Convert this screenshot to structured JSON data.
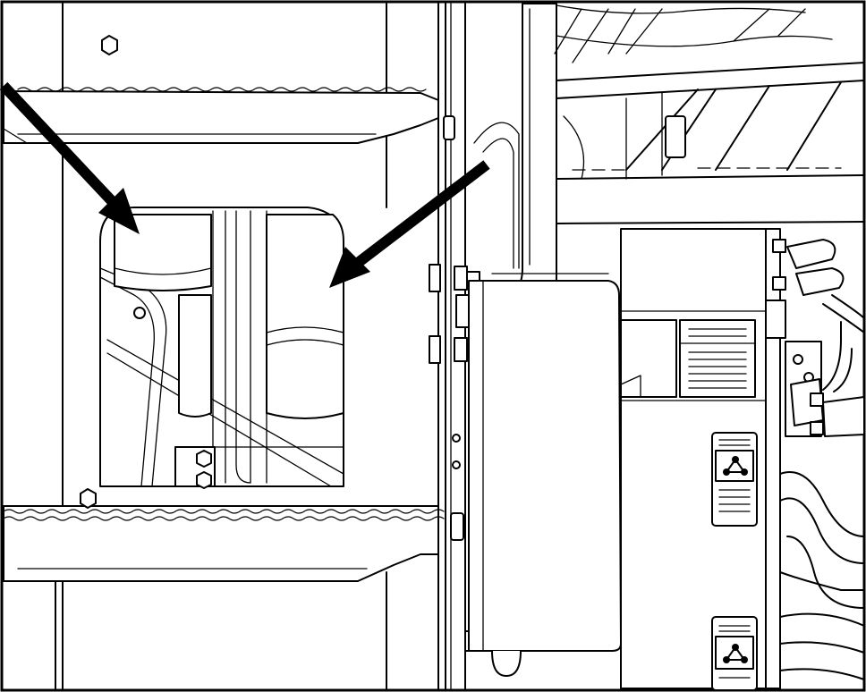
{
  "figure": {
    "type": "technical-line-illustration",
    "callouts": [
      {
        "icon": "arrow-icon",
        "points_to": "left-cylinder-component"
      },
      {
        "icon": "arrow-icon",
        "points_to": "right-cylinder-component"
      }
    ],
    "colors": {
      "line": "#000000",
      "background": "#ffffff"
    }
  }
}
